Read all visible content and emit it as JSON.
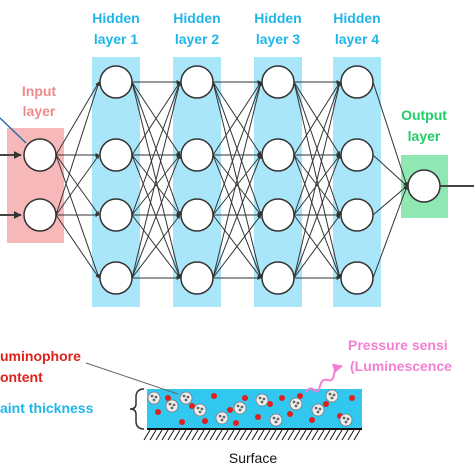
{
  "layers": {
    "input": {
      "label_line1": "Input",
      "label_line2": "layer",
      "neurons": 2
    },
    "hidden": [
      {
        "label_line1": "Hidden",
        "label_line2": "layer 1",
        "neurons": 4
      },
      {
        "label_line1": "Hidden",
        "label_line2": "layer 2",
        "neurons": 4
      },
      {
        "label_line1": "Hidden",
        "label_line2": "layer 3",
        "neurons": 4
      },
      {
        "label_line1": "Hidden",
        "label_line2": "layer 4",
        "neurons": 4
      }
    ],
    "output": {
      "label_line1": "Output",
      "label_line2": "layer",
      "neurons": 1
    }
  },
  "annotations": {
    "luminophore_line1": "uminophore",
    "luminophore_line2": "ontent",
    "paint_thickness": "aint thickness",
    "pressure_line1": "Pressure sensi",
    "pressure_line2": "(Luminescence",
    "surface": "Surface"
  },
  "colors": {
    "hidden_label": "#1fb6e8",
    "hidden_band": "#a9e6fa",
    "input_label": "#f08a8a",
    "input_band": "#f6b8b8",
    "output_label": "#22cc66",
    "output_band": "#8fe8b4",
    "luminophore": "#e0201a",
    "paint": "#32c7ee",
    "pressure": "#f47fd0"
  }
}
